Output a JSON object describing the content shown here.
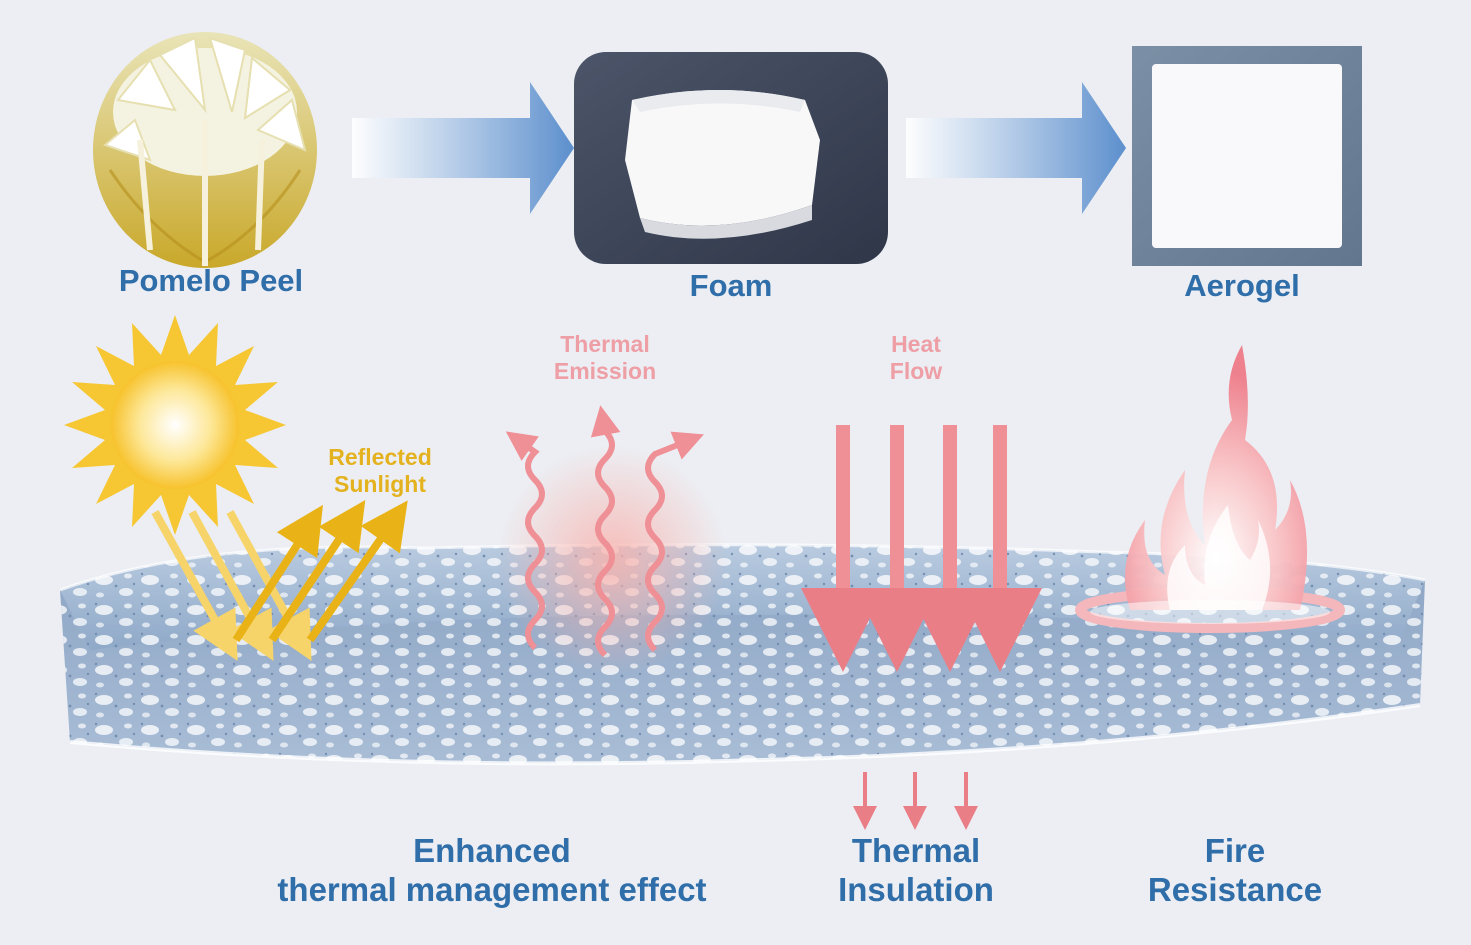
{
  "process": {
    "stages": [
      {
        "name": "Pomelo Peel"
      },
      {
        "name": "Foam"
      },
      {
        "name": "Aerogel"
      }
    ]
  },
  "annotations": {
    "reflected": {
      "line1": "Reflected",
      "line2": "Sunlight"
    },
    "emission": {
      "line1": "Thermal",
      "line2": "Emission"
    },
    "heat": {
      "line1": "Heat",
      "line2": "Flow"
    }
  },
  "properties": {
    "thermal_mgmt": {
      "line1": "Enhanced",
      "line2": "thermal management effect"
    },
    "insulation": {
      "line1": "Thermal",
      "line2": "Insulation"
    },
    "fire": {
      "line1": "Fire",
      "line2": "Resistance"
    }
  },
  "colors": {
    "label_blue": "#2f6ea9",
    "sun_yellow": "#f2b81d",
    "heat_pink": "#ef8f96",
    "aerogel_blue": "#9db6d2"
  }
}
